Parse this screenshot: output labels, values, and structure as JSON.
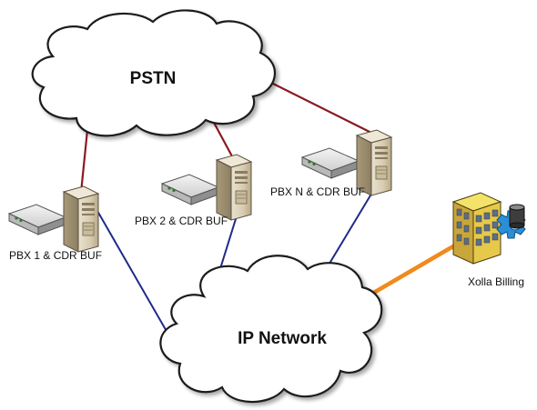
{
  "diagram": {
    "clouds": {
      "pstn": "PSTN",
      "ip": "IP Network"
    },
    "nodes": {
      "pbx1": "PBX 1 & CDR BUF",
      "pbx2": "PBX 2 & CDR BUF",
      "pbxn": "PBX N & CDR BUF",
      "billing": "Xolla Billing"
    },
    "colors": {
      "pstn_link": "#8b1a22",
      "ip_link": "#1f2a8a",
      "billing_link": "#f08a1c"
    }
  }
}
